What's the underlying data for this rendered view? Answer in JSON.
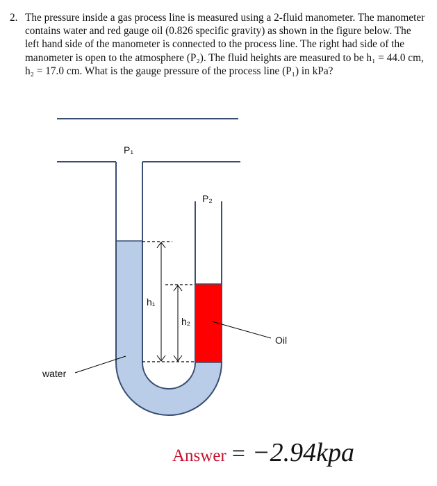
{
  "problem": {
    "number": "2.",
    "text": "The pressure inside a gas process line is measured using a 2-fluid manometer. The manometer contains water and red gauge oil (0.826 specific gravity) as shown in the figure below. The left hand side of the manometer is connected to the process line. The right had side of the manometer is open to the atmosphere (P₂). The fluid heights are measured to be h₁ = 44.0 cm, h₂ = 17.0 cm. What is the gauge pressure of the process line (P₁) in kPa?"
  },
  "diagram": {
    "labels": {
      "p1": "P₁",
      "p2": "P₂",
      "h1": "h₁",
      "h2": "h₂",
      "oil": "Oil",
      "water": "water"
    },
    "colors": {
      "water": "#b9cde8",
      "oil": "#ff0000",
      "wall": "#3a4d73",
      "line": "#000000"
    }
  },
  "answer": {
    "word": "Answer",
    "equals": "=",
    "value": "−2.94kpa"
  }
}
